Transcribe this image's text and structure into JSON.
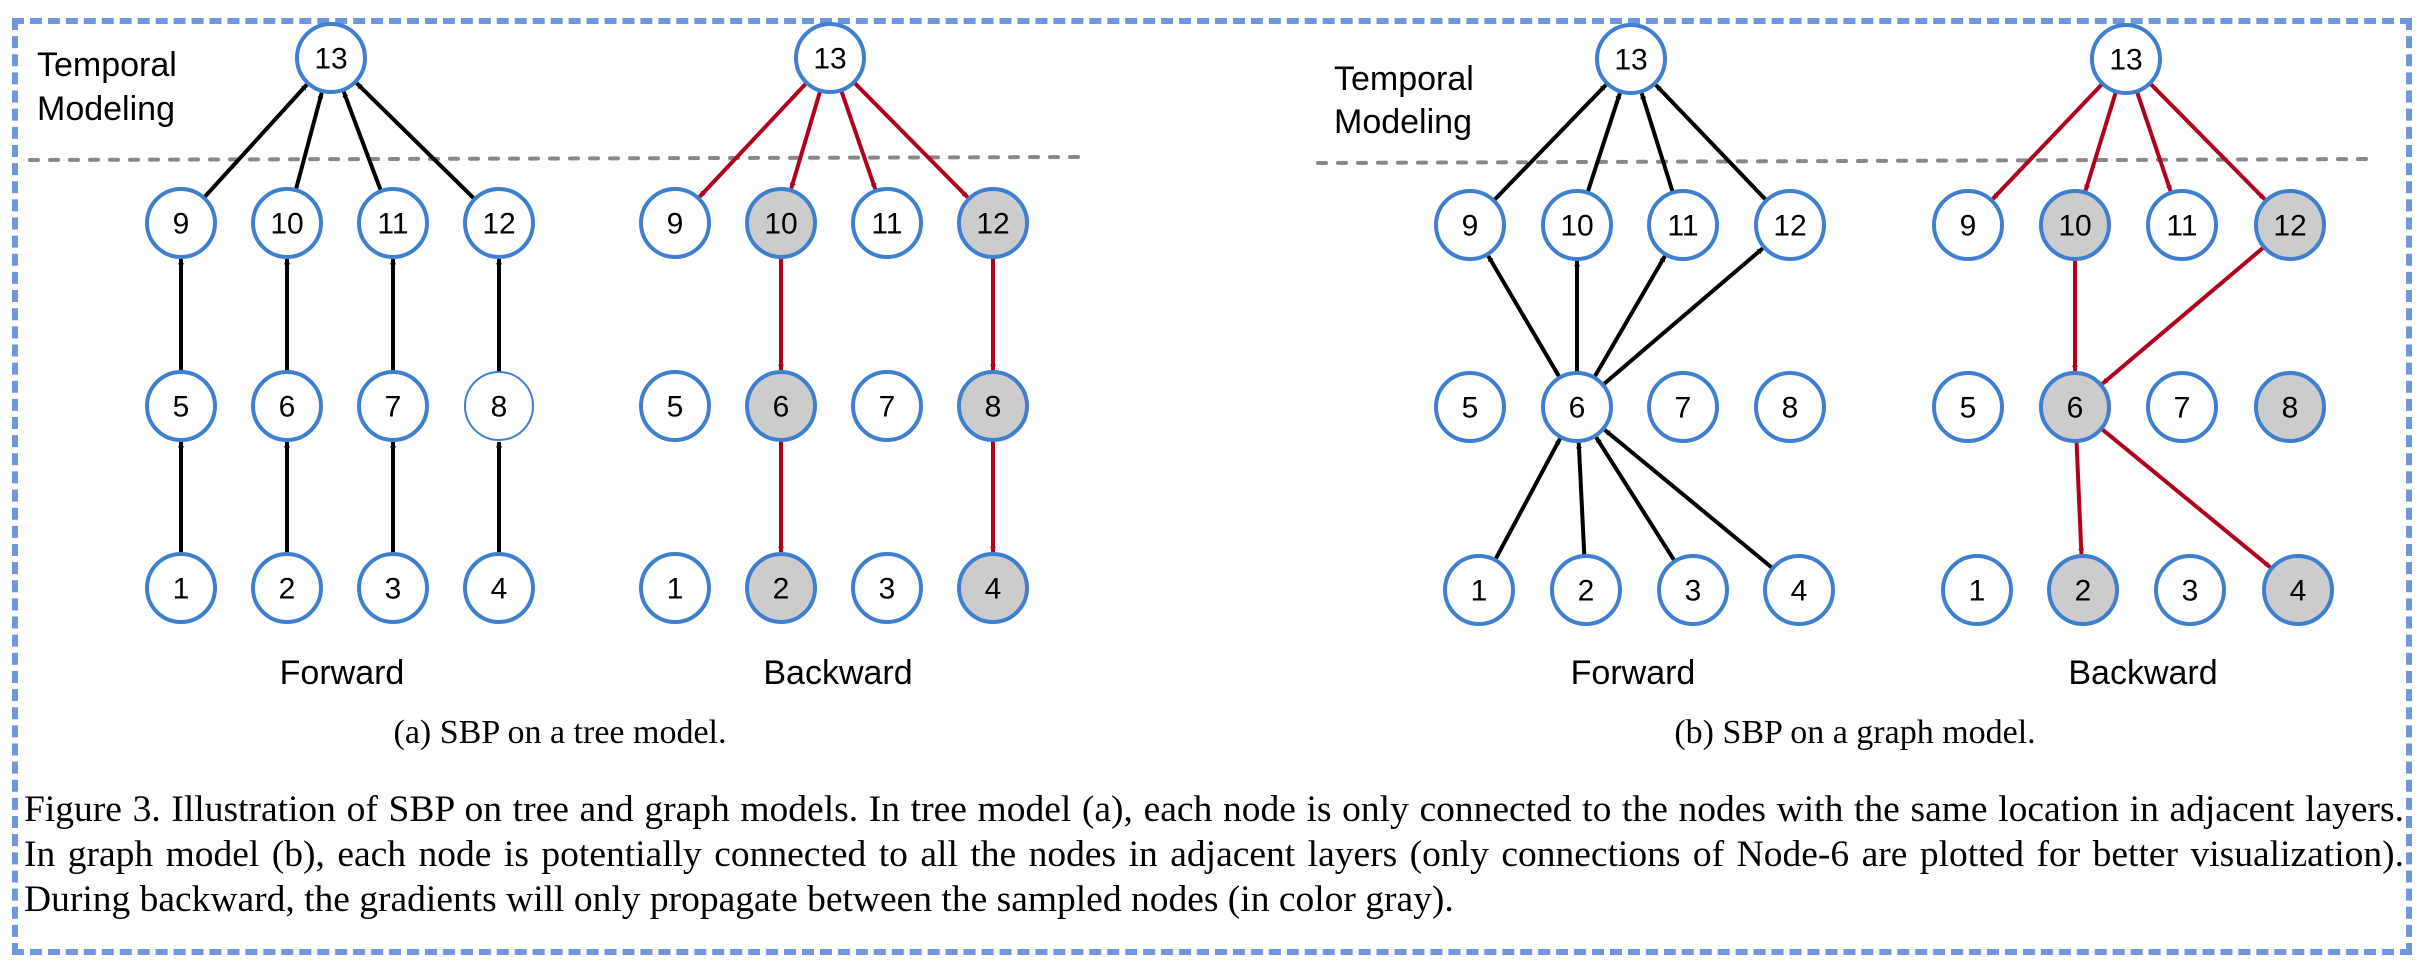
{
  "figure": {
    "panels": [
      {
        "id": "a",
        "subcaption": "(a) SBP on a tree model.",
        "side_label": [
          "Temporal",
          "Modeling"
        ],
        "diagrams": [
          {
            "mode": "forward",
            "label": "Forward",
            "sampled_nodes": [],
            "edges": [
              [
                9,
                13
              ],
              [
                10,
                13
              ],
              [
                11,
                13
              ],
              [
                12,
                13
              ],
              [
                5,
                9
              ],
              [
                6,
                10
              ],
              [
                7,
                11
              ],
              [
                8,
                12
              ],
              [
                1,
                5
              ],
              [
                2,
                6
              ],
              [
                3,
                7
              ],
              [
                4,
                8
              ]
            ],
            "edge_color": "#000000"
          },
          {
            "mode": "backward",
            "label": "Backward",
            "sampled_nodes": [
              10,
              12,
              6,
              8,
              2,
              4
            ],
            "edges": [
              [
                13,
                9
              ],
              [
                13,
                10
              ],
              [
                13,
                11
              ],
              [
                13,
                12
              ],
              [
                10,
                6
              ],
              [
                12,
                8
              ],
              [
                6,
                2
              ],
              [
                8,
                4
              ]
            ],
            "edge_color": "#b0001e"
          }
        ]
      },
      {
        "id": "b",
        "subcaption": "(b) SBP on a graph model.",
        "side_label": [
          "Temporal",
          "Modeling"
        ],
        "diagrams": [
          {
            "mode": "forward",
            "label": "Forward",
            "sampled_nodes": [],
            "edges": [
              [
                9,
                13
              ],
              [
                10,
                13
              ],
              [
                11,
                13
              ],
              [
                12,
                13
              ],
              [
                6,
                9
              ],
              [
                6,
                10
              ],
              [
                6,
                11
              ],
              [
                6,
                12
              ],
              [
                1,
                6
              ],
              [
                2,
                6
              ],
              [
                3,
                6
              ],
              [
                4,
                6
              ]
            ],
            "edge_color": "#000000"
          },
          {
            "mode": "backward",
            "label": "Backward",
            "sampled_nodes": [
              10,
              12,
              6,
              8,
              2,
              4
            ],
            "edges": [
              [
                13,
                9
              ],
              [
                13,
                10
              ],
              [
                13,
                11
              ],
              [
                13,
                12
              ],
              [
                10,
                6
              ],
              [
                12,
                6
              ],
              [
                6,
                2
              ],
              [
                6,
                4
              ]
            ],
            "edge_color": "#b0001e"
          }
        ]
      }
    ],
    "layers": [
      [
        13
      ],
      [
        9,
        10,
        11,
        12
      ],
      [
        5,
        6,
        7,
        8
      ],
      [
        1,
        2,
        3,
        4
      ]
    ],
    "colors": {
      "node_border": "#3f7fd0",
      "node_fill": "#ffffff",
      "sampled_fill": "#cccccc",
      "forward_edge": "#000000",
      "backward_edge": "#b0001e",
      "frame_border": "#6f97e0",
      "separator": "#888888"
    },
    "caption": "Figure 3. Illustration of SBP on tree and graph models. In tree model (a), each node is only connected to the nodes with the same location in adjacent layers. In graph model (b), each node is potentially connected to all the nodes in adjacent layers (only connections of Node-6 are plotted for better visualization). During backward, the gradients will only propagate between the sampled nodes (in color gray)."
  }
}
